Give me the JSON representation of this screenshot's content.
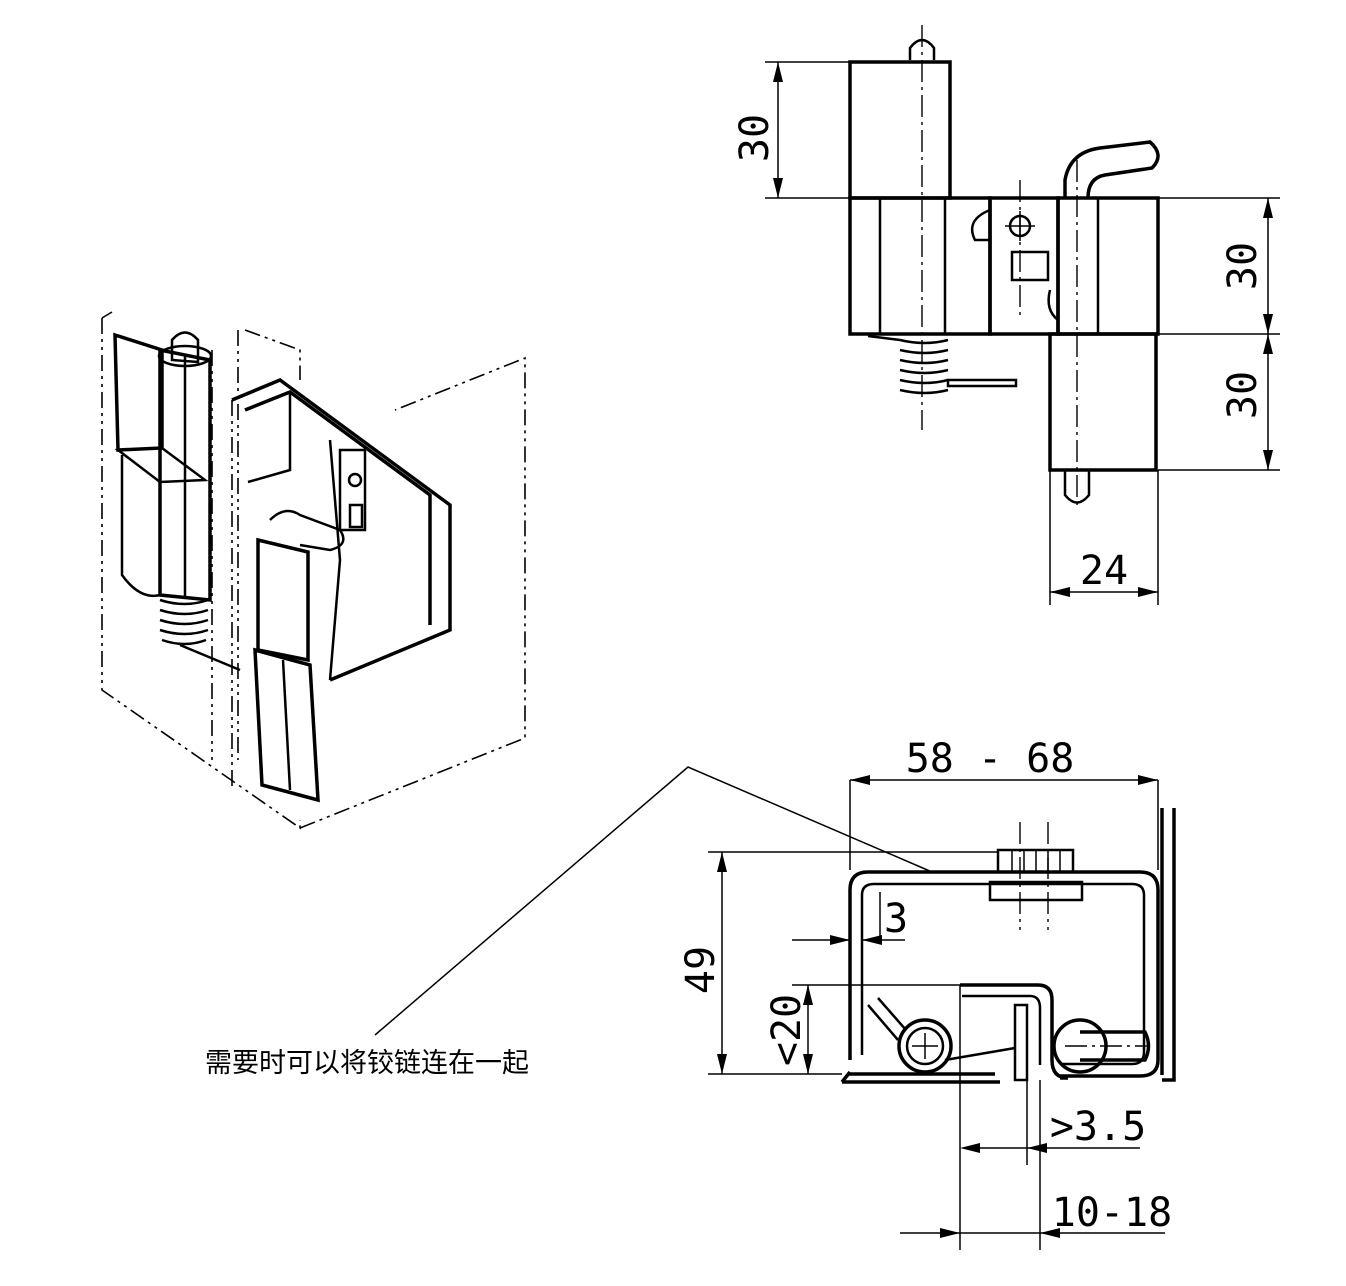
{
  "dimensions": {
    "front_top_height": "30",
    "front_right_height_upper": "30",
    "front_right_height_lower": "30",
    "front_width": "24",
    "plan_width_range": "58 - 68",
    "plan_height": "49",
    "plan_wall_thickness": "3",
    "plan_max_depth": "<20",
    "plan_min_gap": ">3.5",
    "plan_offset_range": "10-18"
  },
  "note": "需要时可以将铰链连在一起"
}
